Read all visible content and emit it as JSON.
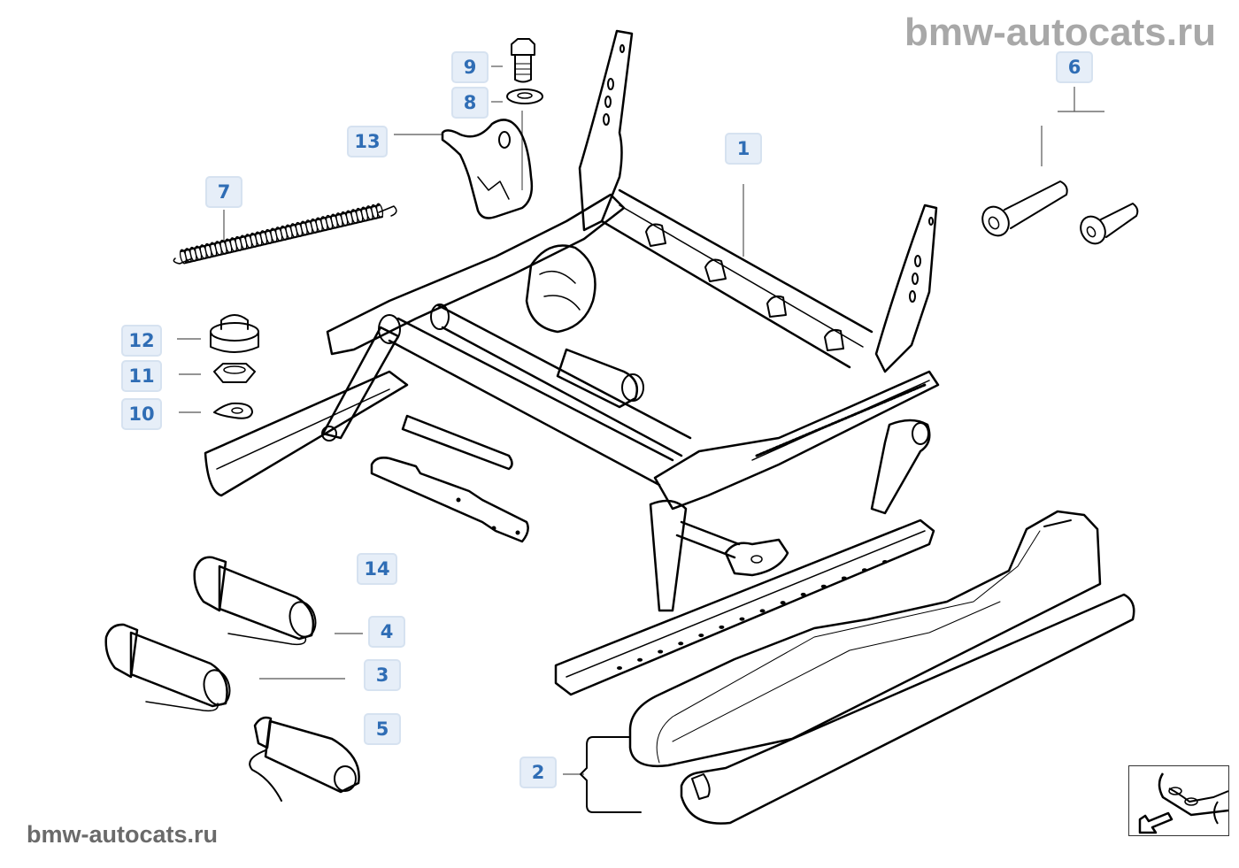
{
  "watermarks": {
    "top": "bmw-autocats.ru",
    "bottom": "bmw-autocats.ru"
  },
  "diagram": {
    "subject": "Seat frame / seat adjustment mechanism exploded view",
    "callouts": [
      {
        "id": "1",
        "label": "1",
        "part": "seat-frame"
      },
      {
        "id": "2",
        "label": "2",
        "part": "seat-rail-covers"
      },
      {
        "id": "3",
        "label": "3",
        "part": "adjustment-motor"
      },
      {
        "id": "4",
        "label": "4",
        "part": "adjustment-motor"
      },
      {
        "id": "5",
        "label": "5",
        "part": "adjustment-motor-small"
      },
      {
        "id": "6",
        "label": "6",
        "part": "socket-head-bolts"
      },
      {
        "id": "7",
        "label": "7",
        "part": "tension-spring"
      },
      {
        "id": "8",
        "label": "8",
        "part": "washer"
      },
      {
        "id": "9",
        "label": "9",
        "part": "hex-bolt"
      },
      {
        "id": "10",
        "label": "10",
        "part": "spring-washer"
      },
      {
        "id": "11",
        "label": "11",
        "part": "hex-nut"
      },
      {
        "id": "12",
        "label": "12",
        "part": "cap-bushing"
      },
      {
        "id": "13",
        "label": "13",
        "part": "bracket"
      },
      {
        "id": "14",
        "label": "14",
        "part": "motor-set"
      }
    ],
    "colors": {
      "callout_text": "#2f6db5",
      "callout_bg": "#e6eef8",
      "callout_border": "#d6e2f0",
      "line_art": "#000000",
      "watermark": "#a8a8a8"
    }
  },
  "navigation": {
    "thumbnail": "front-bumper-view-thumbnail",
    "arrow": "arrow-down-left-icon"
  }
}
